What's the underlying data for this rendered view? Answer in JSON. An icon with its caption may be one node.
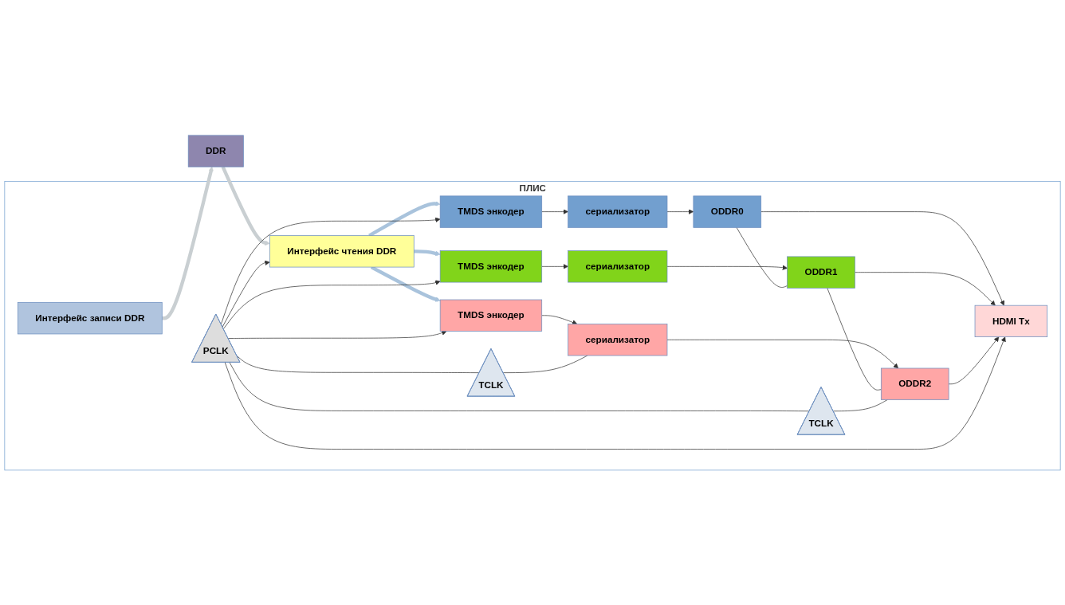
{
  "diagram": {
    "nodes": [
      {
        "text": [
          "DDR"
        ]
      },
      {
        "text": [
          "ПЛИС"
        ]
      },
      {
        "text": [
          "Интерфейс записи DDR"
        ],
        "in": 1
      },
      {
        "text": [
          "Интерфейс чтения DDR"
        ],
        "in": 1
      },
      {
        "text": [
          "TMDS энкодер"
        ],
        "in": 1
      },
      {
        "text": [
          "сериализатор"
        ],
        "in": 1
      },
      {
        "text": [
          "ODDR0"
        ],
        "in": 1
      },
      {
        "text": [
          "TMDS энкодер"
        ],
        "in": 1
      },
      {
        "text": [
          "сериализатор"
        ],
        "in": 1
      },
      {
        "text": [
          "ODDR1"
        ],
        "in": 1
      },
      {
        "text": [
          "TMDS энкодер"
        ],
        "in": 1
      },
      {
        "text": [
          "сериализатор"
        ],
        "in": 1
      },
      {
        "text": [
          "ODDR2"
        ],
        "in": 1
      },
      {
        "text": [
          "HDMI Tx"
        ],
        "in": 1
      },
      {
        "text": [
          "PCLK"
        ],
        "in": 1
      },
      {
        "text": [
          "TCLK"
        ],
        "in": 1
      },
      {
        "text": [
          "TCLK"
        ],
        "in": 1
      }
    ],
    "edges": [
      {
        "from": 2,
        "to": 0,
        "arrow": "to",
        "style": "thick",
        "color": "#c9cfd2"
      },
      {
        "from": 0,
        "to": 3,
        "arrow": "to",
        "style": "thick",
        "color": "#c9cfd2"
      },
      {
        "from": 3,
        "to": 4,
        "arrow": "to",
        "style": "thick",
        "color": "#a9c3dc"
      },
      {
        "from": 3,
        "to": 7,
        "arrow": "to",
        "style": "thick",
        "color": "#a9c3dc"
      },
      {
        "from": 3,
        "to": 10,
        "arrow": "to",
        "style": "thick",
        "color": "#a9c3dc"
      },
      {
        "from": 4,
        "to": 5,
        "arrow": "to"
      },
      {
        "from": 5,
        "to": 6,
        "arrow": "to"
      },
      {
        "from": 7,
        "to": 8,
        "arrow": "to"
      },
      {
        "from": 8,
        "to": 9,
        "arrow": "to"
      },
      {
        "from": 10,
        "to": 11,
        "arrow": "to"
      },
      {
        "from": 11,
        "to": 12,
        "arrow": "to"
      },
      {
        "from": 6,
        "to": 13,
        "arrow": "to"
      },
      {
        "from": 9,
        "to": 13,
        "arrow": "to"
      },
      {
        "from": 12,
        "to": 13,
        "arrow": "to"
      },
      {
        "from": 6,
        "to": 9,
        "arrow": "none"
      },
      {
        "from": 9,
        "to": 12,
        "arrow": "none"
      },
      {
        "from": 16,
        "to": 12,
        "arrow": "none"
      },
      {
        "from": 15,
        "to": 11,
        "arrow": "none"
      },
      {
        "from": 14,
        "to": 3,
        "arrow": "to"
      },
      {
        "from": 14,
        "to": 4,
        "arrow": "to"
      },
      {
        "from": 14,
        "to": 7,
        "arrow": "to"
      },
      {
        "from": 14,
        "to": 10,
        "arrow": "to"
      },
      {
        "from": 14,
        "to": 15,
        "arrow": "none"
      },
      {
        "from": 14,
        "to": 16,
        "arrow": "none"
      },
      {
        "from": 14,
        "to": 13,
        "arrow": "to"
      }
    ]
  }
}
